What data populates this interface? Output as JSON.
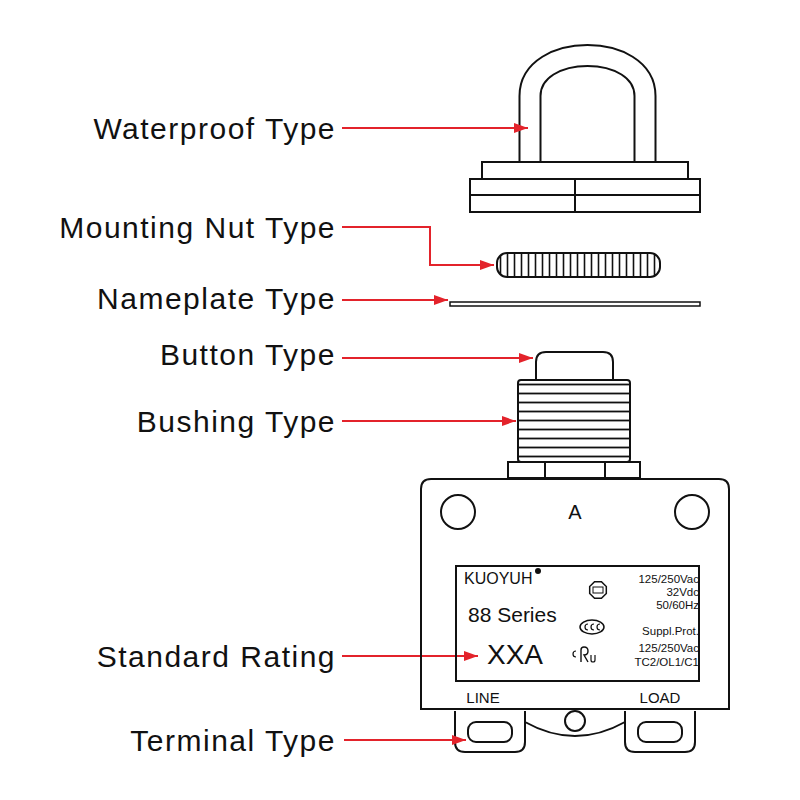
{
  "diagram": {
    "nodes": [
      {
        "text": [
          "A",
          "LINE",
          "LOAD"
        ]
      },
      {
        "text": [
          "KUOYUH",
          "88 Series",
          "XXA",
          "125/250Vac",
          "32Vdc",
          "50/60Hz",
          "Suppl.Prot.",
          "125/250Vac",
          "TC2/OL1/C1"
        ],
        "in": 0
      }
    ],
    "labels": [
      "Waterproof Type",
      "Mounting Nut Type",
      "Nameplate Type",
      "Button Type",
      "Bushing Type",
      "Standard Rating",
      "Terminal Type"
    ]
  }
}
